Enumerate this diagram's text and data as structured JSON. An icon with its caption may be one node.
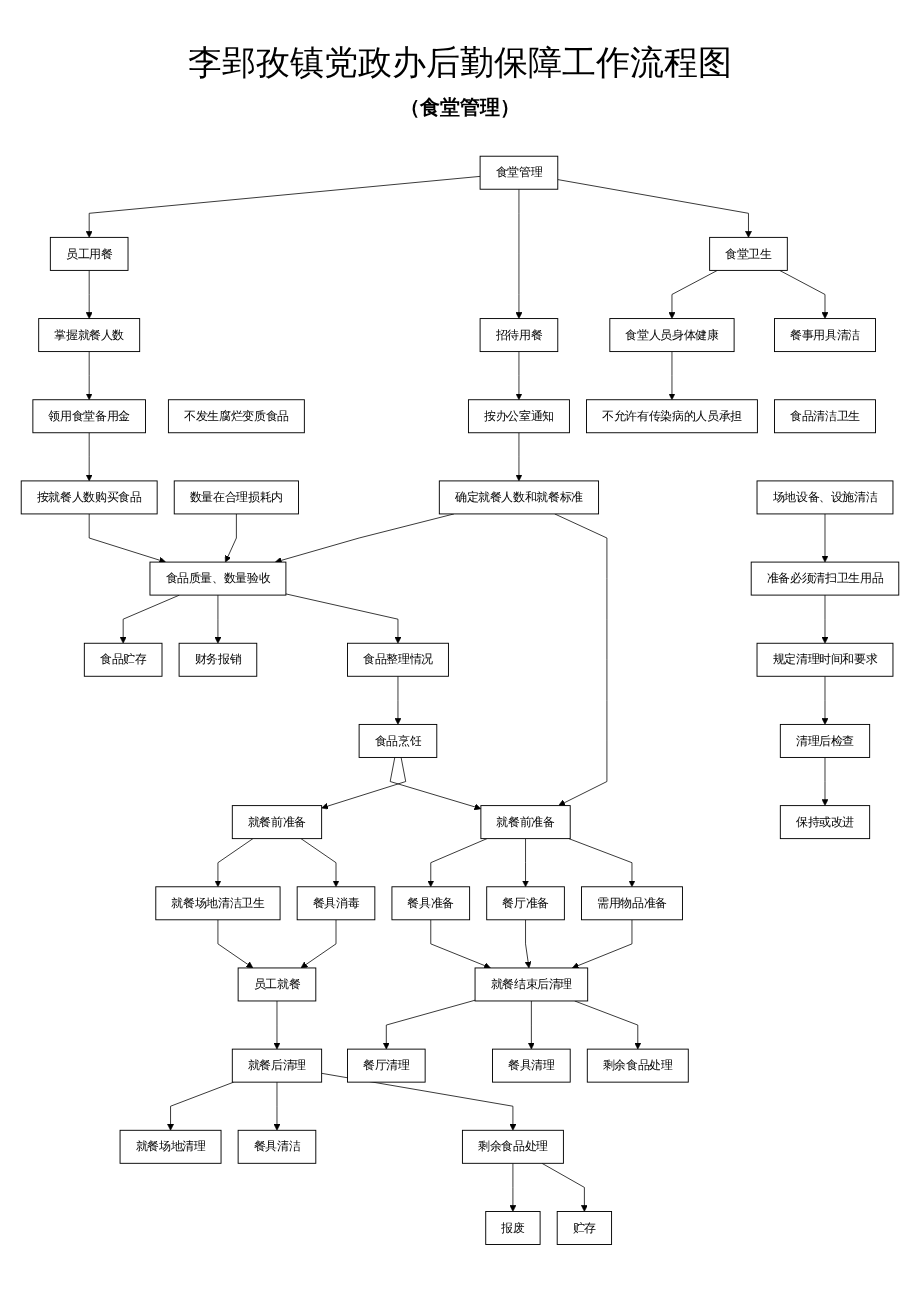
{
  "diagram": {
    "title": "李郢孜镇党政办后勤保障工作流程图",
    "nodes": [
      {
        "text": [
          "食堂管理"
        ]
      },
      {
        "text": [
          "员工用餐"
        ]
      },
      {
        "text": [
          "招待用餐"
        ]
      },
      {
        "text": [
          "食堂卫生"
        ]
      },
      {
        "text": [
          "掌握就餐人数"
        ]
      },
      {
        "text": [
          "按办公室通知"
        ]
      },
      {
        "text": [
          "食堂人员身体健康"
        ]
      },
      {
        "text": [
          "餐事用具清洁"
        ]
      },
      {
        "text": [
          "食品清洁卫生"
        ]
      },
      {
        "text": [
          "场地设备、设施清洁"
        ]
      },
      {
        "text": [
          "领用食堂备用金"
        ]
      },
      {
        "text": [
          "确定就餐人数和就餐标准"
        ]
      },
      {
        "text": [
          "按就餐人数购买食品"
        ]
      },
      {
        "text": [
          "不发生腐烂变质食品"
        ]
      },
      {
        "text": [
          "数量在合理损耗内"
        ]
      },
      {
        "text": [
          "不允许有传染病的人员承担"
        ]
      },
      {
        "text": [
          "就餐前准备"
        ]
      },
      {
        "text": [
          "食品质量、数量验收"
        ]
      },
      {
        "text": [
          "食品贮存"
        ]
      },
      {
        "text": [
          "准备必须清扫卫生用品"
        ]
      },
      {
        "text": [
          "餐具准备"
        ]
      },
      {
        "text": [
          "餐厅准备"
        ]
      },
      {
        "text": [
          "需用物品准备"
        ]
      },
      {
        "text": [
          "财务报销"
        ]
      },
      {
        "text": [
          "食品整理情况"
        ]
      },
      {
        "text": [
          "规定清理时间和要求"
        ]
      },
      {
        "text": [
          "食品烹饪"
        ]
      },
      {
        "text": [
          "就餐结束后清理"
        ]
      },
      {
        "text": [
          "清理后检查"
        ]
      },
      {
        "text": [
          "就餐前准备"
        ]
      },
      {
        "text": [
          "保持或改进"
        ]
      },
      {
        "text": [
          "就餐场地清洁卫生"
        ]
      },
      {
        "text": [
          "餐具消毒"
        ]
      },
      {
        "text": [
          "餐厅清理"
        ]
      },
      {
        "text": [
          "餐具清理"
        ]
      },
      {
        "text": [
          "剩余食品处理"
        ]
      },
      {
        "text": [
          "员工就餐"
        ]
      },
      {
        "text": [
          "就餐后清理"
        ]
      },
      {
        "text": [
          "就餐场地清理"
        ]
      },
      {
        "text": [
          "餐具清洁"
        ]
      },
      {
        "text": [
          "剩余食品处理"
        ]
      },
      {
        "text": [
          "报废"
        ]
      },
      {
        "text": [
          "贮存"
        ]
      }
    ],
    "edges": [
      {
        "from": 0,
        "to": 1,
        "arrow": "to"
      },
      {
        "from": 0,
        "to": 2,
        "arrow": "to"
      },
      {
        "from": 0,
        "to": 3,
        "arrow": "to"
      },
      {
        "from": 1,
        "to": 4,
        "arrow": "to"
      },
      {
        "from": 2,
        "to": 5,
        "arrow": "to"
      },
      {
        "from": 3,
        "to": 6,
        "arrow": "to"
      },
      {
        "from": 3,
        "to": 7,
        "arrow": "to"
      },
      {
        "from": 4,
        "to": 10,
        "arrow": "to"
      },
      {
        "from": 5,
        "to": 11,
        "arrow": "to"
      },
      {
        "from": 6,
        "to": 15,
        "arrow": "to"
      },
      {
        "from": 10,
        "to": 12,
        "arrow": "to"
      },
      {
        "from": 12,
        "to": 17,
        "arrow": "to"
      },
      {
        "from": 11,
        "to": 17,
        "arrow": "to"
      },
      {
        "from": 14,
        "to": 17,
        "arrow": "to"
      },
      {
        "from": 11,
        "to": 16,
        "arrow": "to"
      },
      {
        "from": 9,
        "to": 19,
        "arrow": "to"
      },
      {
        "from": 17,
        "to": 18,
        "arrow": "to"
      },
      {
        "from": 17,
        "to": 23,
        "arrow": "to"
      },
      {
        "from": 17,
        "to": 24,
        "arrow": "to"
      },
      {
        "from": 19,
        "to": 25,
        "arrow": "to"
      },
      {
        "from": 24,
        "to": 26,
        "arrow": "to"
      },
      {
        "from": 25,
        "to": 28,
        "arrow": "to"
      },
      {
        "from": 26,
        "to": 16,
        "arrow": "to"
      },
      {
        "from": 26,
        "to": 29,
        "arrow": "to"
      },
      {
        "from": 28,
        "to": 30,
        "arrow": "to"
      },
      {
        "from": 16,
        "to": 20,
        "arrow": "to"
      },
      {
        "from": 16,
        "to": 21,
        "arrow": "to"
      },
      {
        "from": 16,
        "to": 22,
        "arrow": "to"
      },
      {
        "from": 20,
        "to": 27,
        "arrow": "to"
      },
      {
        "from": 21,
        "to": 27,
        "arrow": "to"
      },
      {
        "from": 22,
        "to": 27,
        "arrow": "to"
      },
      {
        "from": 29,
        "to": 31,
        "arrow": "to"
      },
      {
        "from": 29,
        "to": 32,
        "arrow": "to"
      },
      {
        "from": 27,
        "to": 33,
        "arrow": "to"
      },
      {
        "from": 27,
        "to": 34,
        "arrow": "to"
      },
      {
        "from": 27,
        "to": 35,
        "arrow": "to"
      },
      {
        "from": 31,
        "to": 36,
        "arrow": "to"
      },
      {
        "from": 32,
        "to": 36,
        "arrow": "to"
      },
      {
        "from": 36,
        "to": 37,
        "arrow": "to"
      },
      {
        "from": 37,
        "to": 38,
        "arrow": "to"
      },
      {
        "from": 37,
        "to": 39,
        "arrow": "to"
      },
      {
        "from": 37,
        "to": 40,
        "arrow": "to"
      },
      {
        "from": 40,
        "to": 41,
        "arrow": "to"
      },
      {
        "from": 40,
        "to": 42,
        "arrow": "to"
      }
    ],
    "labels": [
      "（食堂管理）"
    ]
  }
}
